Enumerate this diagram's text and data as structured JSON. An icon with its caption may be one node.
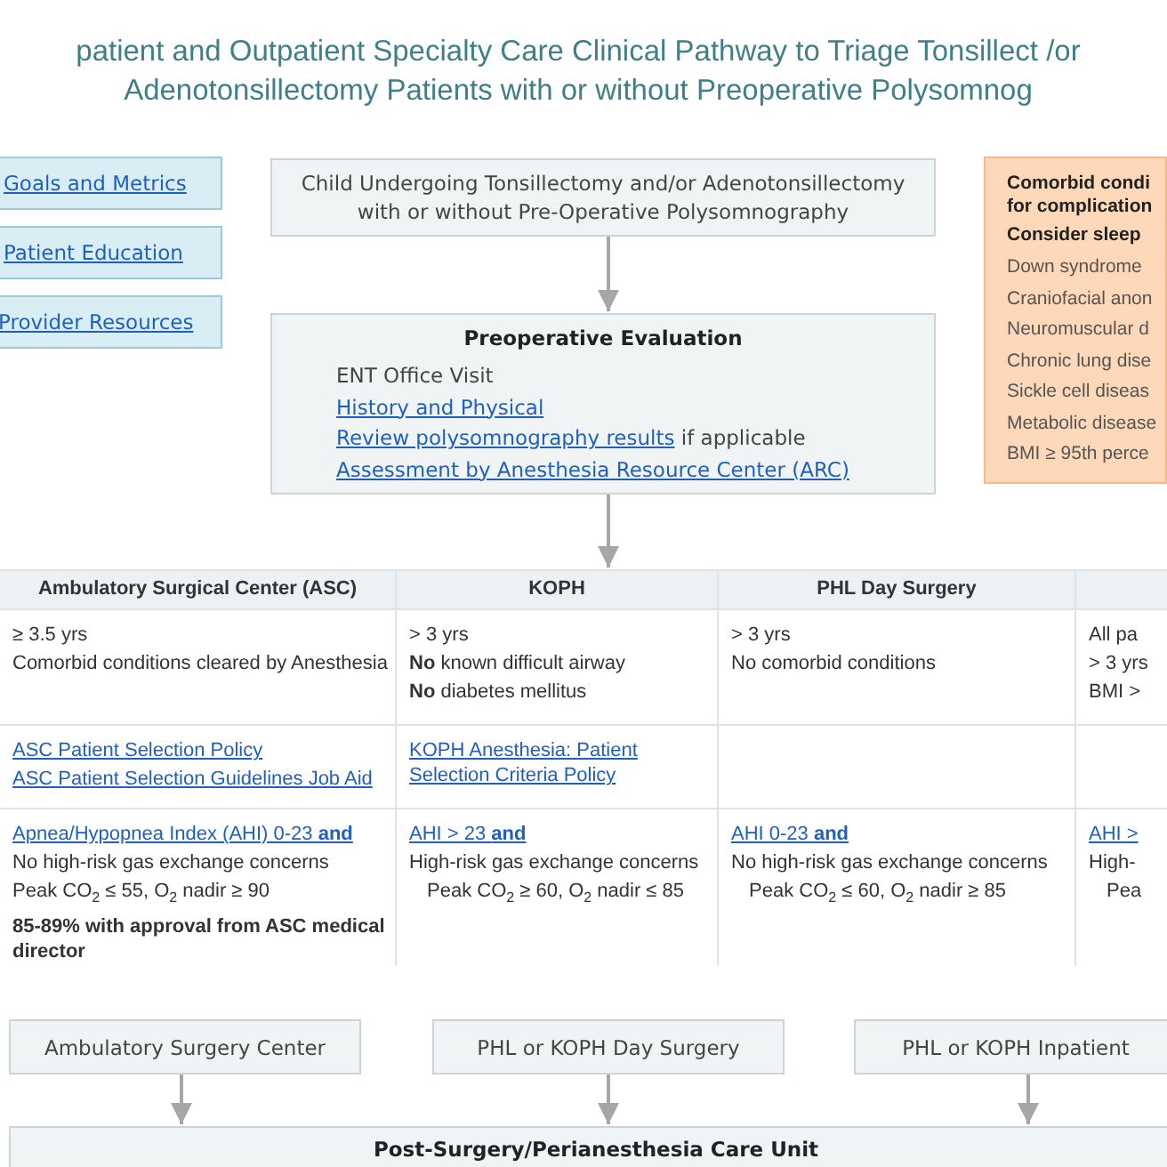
{
  "diagram": {
    "title": "patient and Outpatient Specialty Care Clinical Pathway to Triage Tonsillect /or Adenotonsillectomy Patients with or without Preoperative Polysomnog",
    "nodes": [
      {
        "text": [
          "Goals and Metrics"
        ]
      },
      {
        "text": [
          "Patient Education"
        ]
      },
      {
        "text": [
          "Provider Resources"
        ]
      },
      {
        "text": [
          "Child Undergoing Tonsillectomy and/or Adenotonsillectomy with or without Pre-Operative Polysomnography"
        ]
      },
      {
        "text": [
          "Preoperative Evaluation",
          "ENT Office Visit",
          "History and Physical",
          "Review polysomnography results if applicable",
          "Assessment by Anesthesia Resource Center (ARC)"
        ]
      },
      {
        "text": [
          "Comorbid condi for complication",
          "Consider sleep",
          "Down syndrome",
          "Craniofacial anon",
          "Neuromuscular d",
          "Chronic lung dise",
          "Sickle cell diseas",
          "Metabolic disease",
          "BMI ≥ 95th perce"
        ]
      },
      {
        "text": [],
        "shape": "box"
      },
      {
        "text": [
          "Ambulatory Surgery Center"
        ]
      },
      {
        "text": [
          "PHL or KOPH Day Surgery"
        ]
      },
      {
        "text": [
          "PHL or KOPH Inpatient"
        ]
      },
      {
        "text": [
          "Post-Surgery/Perianesthesia Care Unit"
        ]
      }
    ],
    "edges": [
      {
        "from": 3,
        "to": 4,
        "arrow": "to"
      },
      {
        "from": 4,
        "to": 6,
        "arrow": "to"
      },
      {
        "from": 7,
        "to": 10,
        "arrow": "to"
      },
      {
        "from": 8,
        "to": 10,
        "arrow": "to"
      },
      {
        "from": 9,
        "to": 10,
        "arrow": "to"
      }
    ],
    "labels": [
      "Ambulatory Surgical Center (ASC)",
      "KOPH",
      "PHL Day Surgery",
      "≥ 3.5 yrs",
      "Comorbid conditions cleared by Anesthesia",
      "> 3 yrs",
      "**No** known difficult airway",
      "**No** diabetes mellitus",
      "> 3 yrs",
      "No comorbid conditions",
      "All pa",
      "> 3 yrs",
      "BMI >",
      "ASC Patient Selection Policy",
      "ASC Patient Selection Guidelines Job Aid",
      "KOPH Anesthesia: Patient Selection Criteria Policy",
      "Apnea/Hypopnea Index (AHI) 0-23 **and**",
      "No high-risk gas exchange concerns",
      "Peak CO$_{2}$ ≤ 55, O$_{2}$ nadir ≥ 90",
      "85-89% with approval from ASC medical director",
      "AHI > 23 **and**",
      "High-risk gas exchange concerns",
      "Peak CO$_{2}$ ≥ 60, O$_{2}$ nadir ≤ 85",
      "AHI 0-23 **and**",
      "No high-risk gas exchange concerns",
      "Peak CO$_{2}$ ≤ 60, O$_{2}$ nadir ≥ 85",
      "AHI >",
      "High-",
      "Pea"
    ]
  }
}
